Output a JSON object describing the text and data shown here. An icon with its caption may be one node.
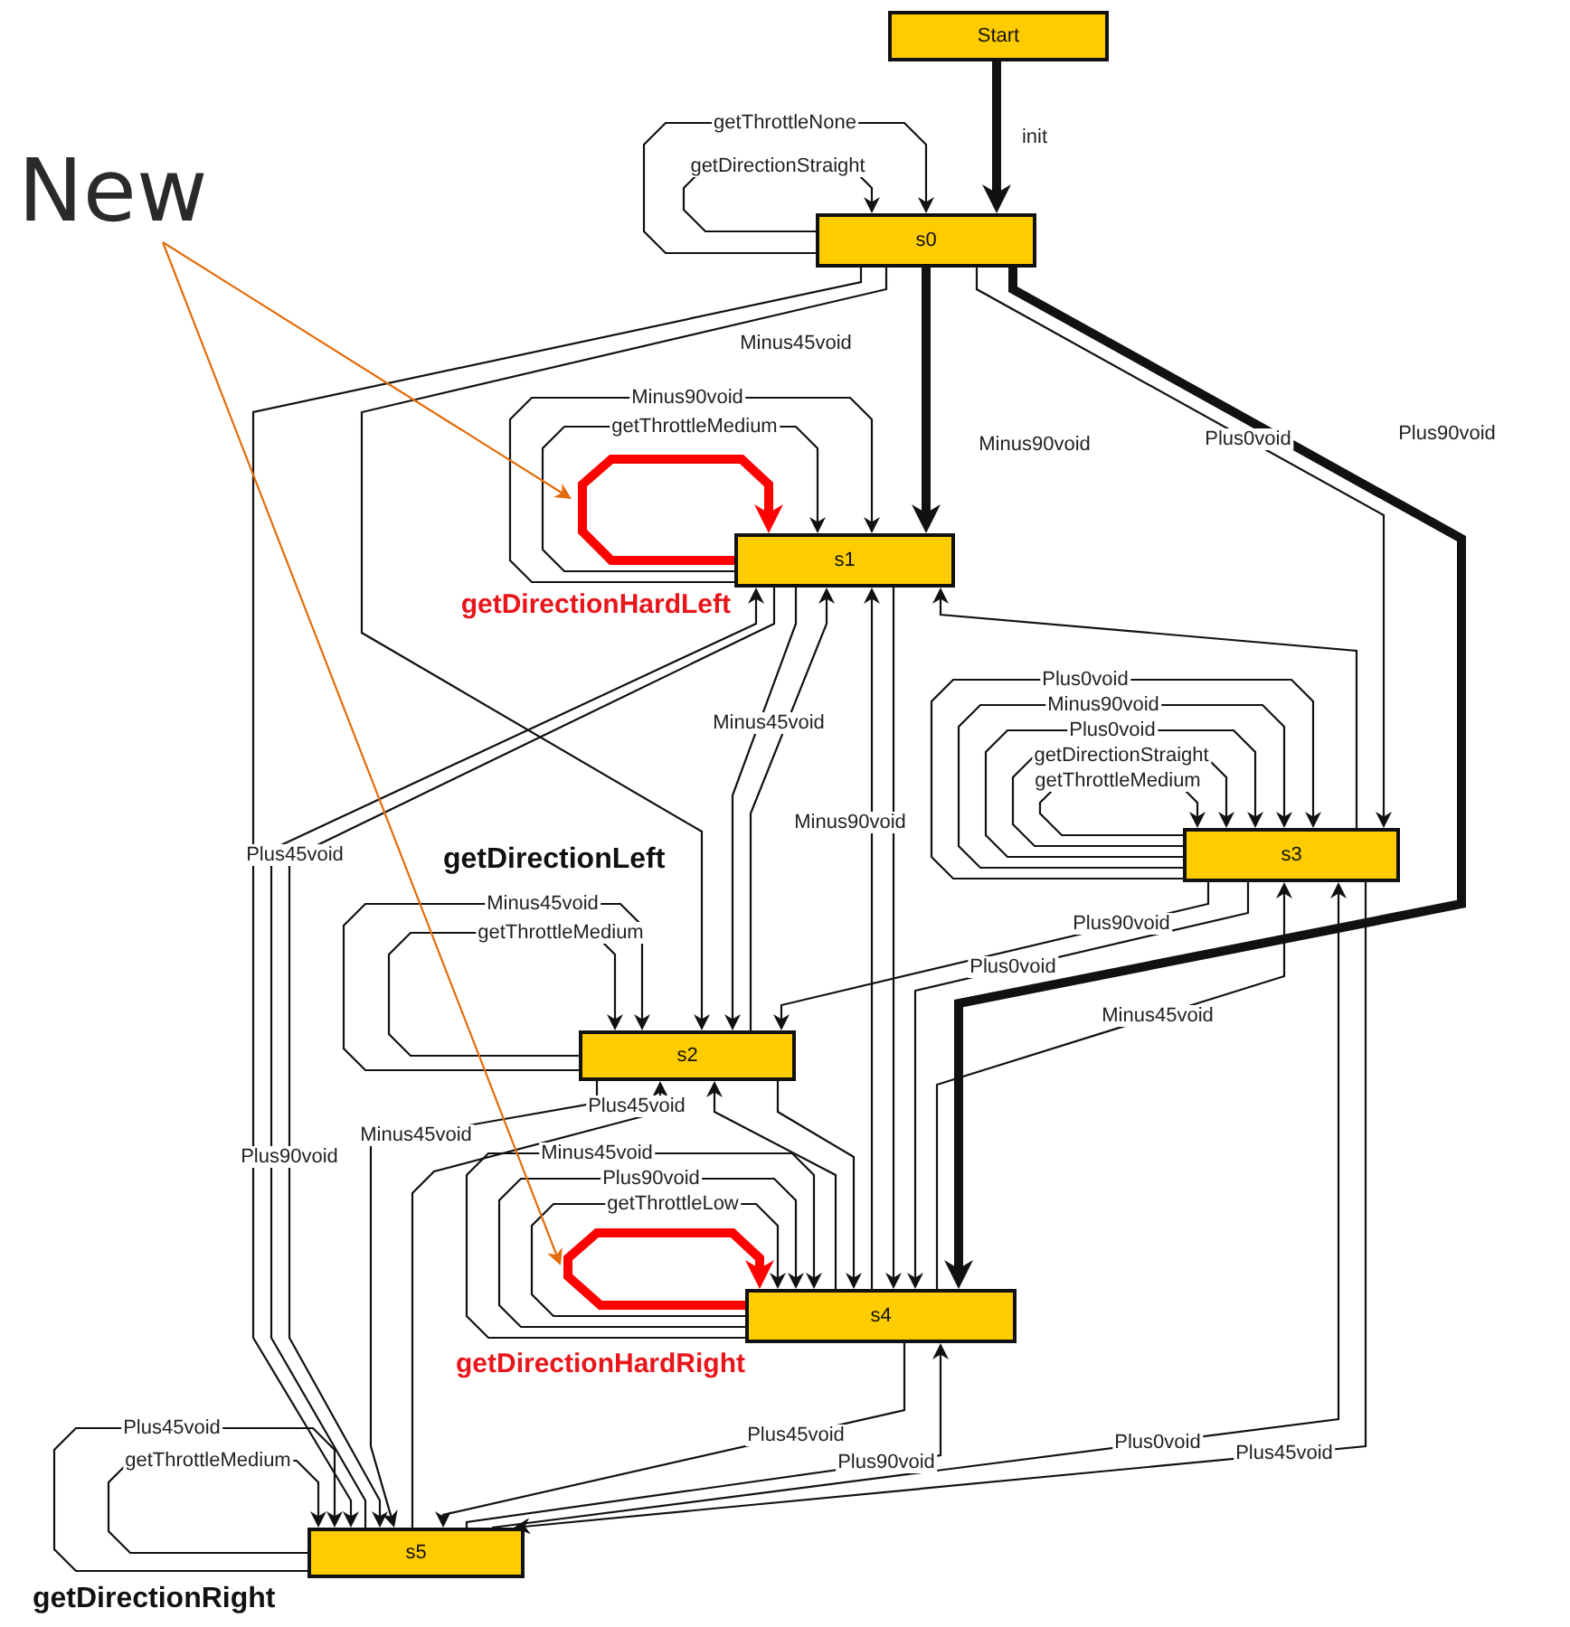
{
  "diagram": {
    "nodes": [
      {
        "text": [
          "New"
        ]
      },
      {
        "text": [
          "Start"
        ]
      },
      {
        "text": [
          "s0"
        ]
      },
      {
        "text": [
          "s1"
        ],
        "beside": [
          "getDirectionHardLeft"
        ]
      },
      {
        "text": [
          "s2"
        ]
      },
      {
        "text": [
          "s3"
        ]
      },
      {
        "text": [
          "s4"
        ],
        "beside": [
          "getDirectionHardRight"
        ]
      },
      {
        "text": [
          "s5"
        ],
        "beside": [
          "getDirectionRight"
        ]
      }
    ],
    "edges": [
      {
        "from": 1,
        "to": 2,
        "arrow": "to",
        "label": "init",
        "style": "thick"
      },
      {
        "from": 2,
        "to": 2,
        "arrow": "to",
        "label": "getThrottleNone"
      },
      {
        "from": 2,
        "to": 2,
        "arrow": "to",
        "label": "getDirectionStraight"
      },
      {
        "from": 2,
        "to": 3,
        "arrow": "to",
        "label": "Minus90void",
        "style": "thick"
      },
      {
        "from": 2,
        "to": 4,
        "arrow": "to",
        "label": "Minus45void"
      },
      {
        "from": 2,
        "to": 7,
        "arrow": "to"
      },
      {
        "from": 2,
        "to": 5,
        "arrow": "to",
        "label": "Plus0void"
      },
      {
        "from": 2,
        "to": 6,
        "arrow": "to",
        "label": "Plus90void",
        "style": "thick"
      },
      {
        "from": 3,
        "to": 3,
        "arrow": "to",
        "style": "thick",
        "color": "#ff0000"
      },
      {
        "from": 3,
        "to": 3,
        "arrow": "to",
        "label": "getThrottleMedium"
      },
      {
        "from": 3,
        "to": 3,
        "arrow": "to",
        "label": "Minus90void"
      },
      {
        "from": 3,
        "to": 4,
        "arrow": "to",
        "label": "Minus45void"
      },
      {
        "from": 3,
        "to": 6,
        "arrow": "to",
        "label": "Minus90void"
      },
      {
        "from": 7,
        "to": 3,
        "arrow": "to",
        "label": "Plus45void"
      },
      {
        "from": 5,
        "to": 3,
        "arrow": "to"
      },
      {
        "from": 4,
        "to": 3,
        "arrow": "to"
      },
      {
        "from": 6,
        "to": 3,
        "arrow": "to"
      },
      {
        "from": 3,
        "to": 7,
        "arrow": "to",
        "label": "Plus90void"
      },
      {
        "from": 5,
        "to": 5,
        "arrow": "to",
        "label": "Plus0void"
      },
      {
        "from": 5,
        "to": 5,
        "arrow": "to",
        "label": "Minus90void"
      },
      {
        "from": 5,
        "to": 5,
        "arrow": "to",
        "label": "Plus0void"
      },
      {
        "from": 5,
        "to": 5,
        "arrow": "to",
        "label": "getDirectionStraight"
      },
      {
        "from": 5,
        "to": 5,
        "arrow": "to",
        "label": "getThrottleMedium"
      },
      {
        "from": 5,
        "to": 4,
        "arrow": "to",
        "label": "Plus90void"
      },
      {
        "from": 5,
        "to": 6,
        "arrow": "to",
        "label": "Plus0void"
      },
      {
        "from": 6,
        "to": 5,
        "arrow": "to",
        "label": "Minus45void"
      },
      {
        "from": 4,
        "to": 4,
        "arrow": "to",
        "label": "Minus45void"
      },
      {
        "from": 4,
        "to": 4,
        "arrow": "to",
        "label": "getThrottleMedium"
      },
      {
        "from": 4,
        "to": 7,
        "arrow": "to",
        "label": "Minus45void"
      },
      {
        "from": 7,
        "to": 4,
        "arrow": "to",
        "label": "Plus45void"
      },
      {
        "from": 6,
        "to": 4,
        "arrow": "to"
      },
      {
        "from": 4,
        "to": 6,
        "arrow": "to"
      },
      {
        "from": 6,
        "to": 6,
        "arrow": "to",
        "style": "thick",
        "color": "#ff0000"
      },
      {
        "from": 6,
        "to": 6,
        "arrow": "to",
        "label": "getThrottleLow"
      },
      {
        "from": 6,
        "to": 6,
        "arrow": "to",
        "label": "Plus90void"
      },
      {
        "from": 6,
        "to": 6,
        "arrow": "to",
        "label": "Minus45void"
      },
      {
        "from": 7,
        "to": 7,
        "arrow": "to",
        "label": "Plus45void"
      },
      {
        "from": 7,
        "to": 7,
        "arrow": "to",
        "label": "getThrottleMedium"
      },
      {
        "from": 6,
        "to": 7,
        "arrow": "to",
        "label": "Plus45void"
      },
      {
        "from": 7,
        "to": 6,
        "arrow": "to",
        "label": "Plus90void"
      },
      {
        "from": 7,
        "to": 5,
        "arrow": "to",
        "label": "Plus0void"
      },
      {
        "from": 5,
        "to": 7,
        "arrow": "to",
        "label": "Plus45void"
      },
      {
        "from": 0,
        "to": null,
        "arrow": "to",
        "color": "#e46c0a"
      },
      {
        "from": 0,
        "to": null,
        "arrow": "to",
        "color": "#e46c0a"
      }
    ],
    "labels": [
      "getDirectionLeft"
    ]
  }
}
